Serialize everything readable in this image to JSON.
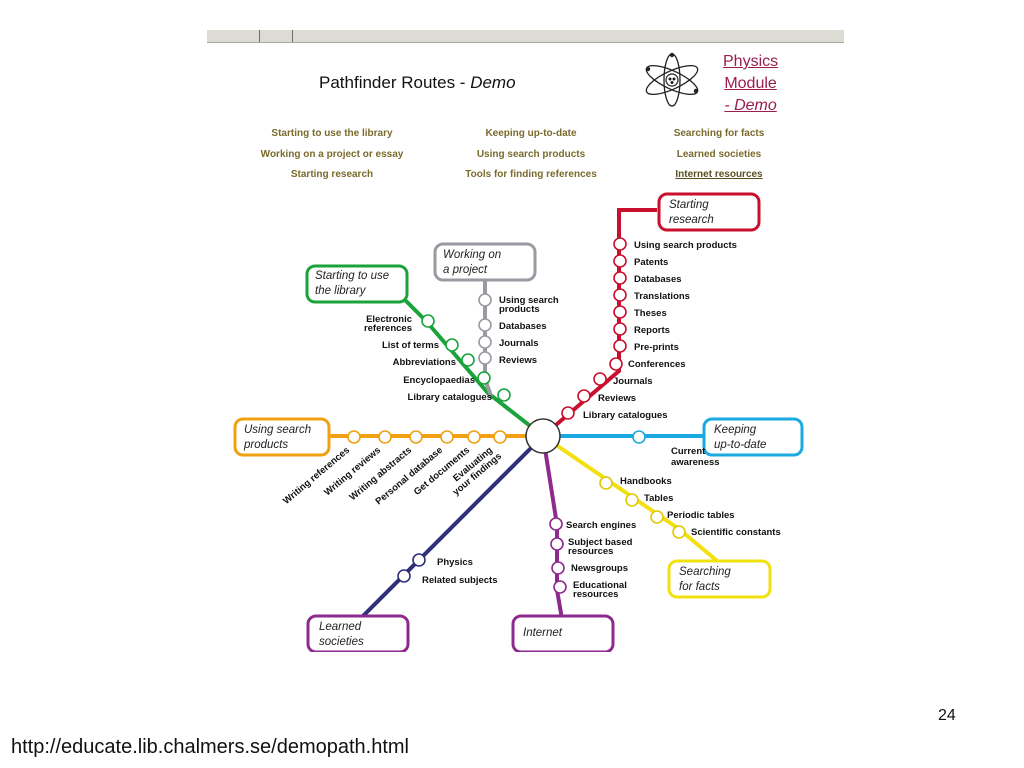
{
  "page": {
    "title": "Pathfinder Routes - ",
    "title_em": "Demo",
    "module_line1": "Physics",
    "module_line2": "Module",
    "module_line3": "- Demo",
    "page_number": "24",
    "source_url": "http://educate.lib.chalmers.se/demopath.html"
  },
  "nav": {
    "col1": [
      "Starting to use the library",
      "Working on a project or essay",
      "Starting research"
    ],
    "col2": [
      "Keeping up-to-date",
      "Using search products",
      "Tools for finding references"
    ],
    "col3": [
      "Searching for facts",
      "Learned societies",
      "Internet resources"
    ]
  },
  "boxes": {
    "starting_library": [
      "Starting to use",
      "the library"
    ],
    "working_project": [
      "Working on",
      "a project"
    ],
    "starting_research": [
      "Starting",
      "research"
    ],
    "using_search": [
      "Using search",
      "products"
    ],
    "keeping_uptodate": [
      "Keeping",
      "up-to-date"
    ],
    "searching_facts": [
      "Searching",
      "for facts"
    ],
    "learned_societies": [
      "Learned",
      "societies"
    ],
    "internet": [
      "Internet"
    ]
  },
  "stations": {
    "green": [
      "Electronic",
      "references",
      "List of terms",
      "Abbreviations",
      "Encyclopaedias",
      "Library catalogues"
    ],
    "grey": [
      "Using search",
      "products",
      "Databases",
      "Journals",
      "Reviews"
    ],
    "red": [
      "Using search products",
      "Patents",
      "Databases",
      "Translations",
      "Theses",
      "Reports",
      "Pre-prints",
      "Conferences",
      "Journals",
      "Reviews",
      "Library catalogues"
    ],
    "orange": [
      "Writing references",
      "Writing reviews",
      "Writing abstracts",
      "Personal database",
      "Get documents",
      "Evaluating",
      "your findings"
    ],
    "blue": [
      "Current",
      "awareness"
    ],
    "yellow": [
      "Handbooks",
      "Tables",
      "Periodic tables",
      "Scientific constants"
    ],
    "purple": [
      "Search engines",
      "Subject based",
      "resources",
      "Newsgroups",
      "Educational",
      "resources"
    ],
    "navy": [
      "Physics",
      "Related subjects"
    ]
  },
  "colors": {
    "green": "#1aa33a",
    "grey": "#9a9aa2",
    "red": "#c8102e",
    "orange": "#f0a010",
    "blue": "#1aa9e0",
    "yellow": "#f2e011",
    "purple": "#8e2a8e",
    "navy": "#2f2f7a",
    "module_link": "#9b1d4e",
    "nav_link": "#7a6a2c"
  }
}
